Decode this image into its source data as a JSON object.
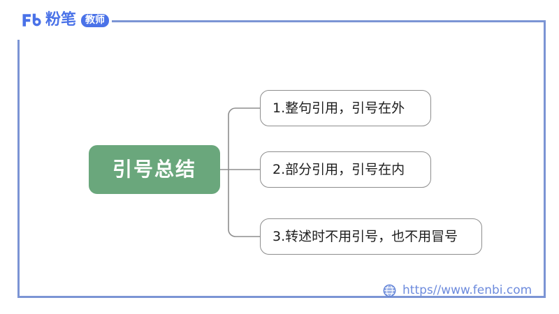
{
  "brand": {
    "logo_icon": "fenbi-logo-icon",
    "name": "粉笔",
    "badge": "教师",
    "color": "#4a72e8"
  },
  "frame": {
    "color": "#7b94d4"
  },
  "mindmap": {
    "root": {
      "label": "引号总结",
      "color": "#6aa77c",
      "text_color": "#ffffff"
    },
    "branches": [
      {
        "label": "1.整句引用，引号在外"
      },
      {
        "label": "2.部分引用，引号在内"
      },
      {
        "label": "3.转述时不用引号，也不用冒号"
      }
    ],
    "connector_color": "#8d8d8d"
  },
  "footer": {
    "globe_icon": "globe-icon",
    "url": "https//www.fenbi.com",
    "color": "#6d8bdd"
  }
}
